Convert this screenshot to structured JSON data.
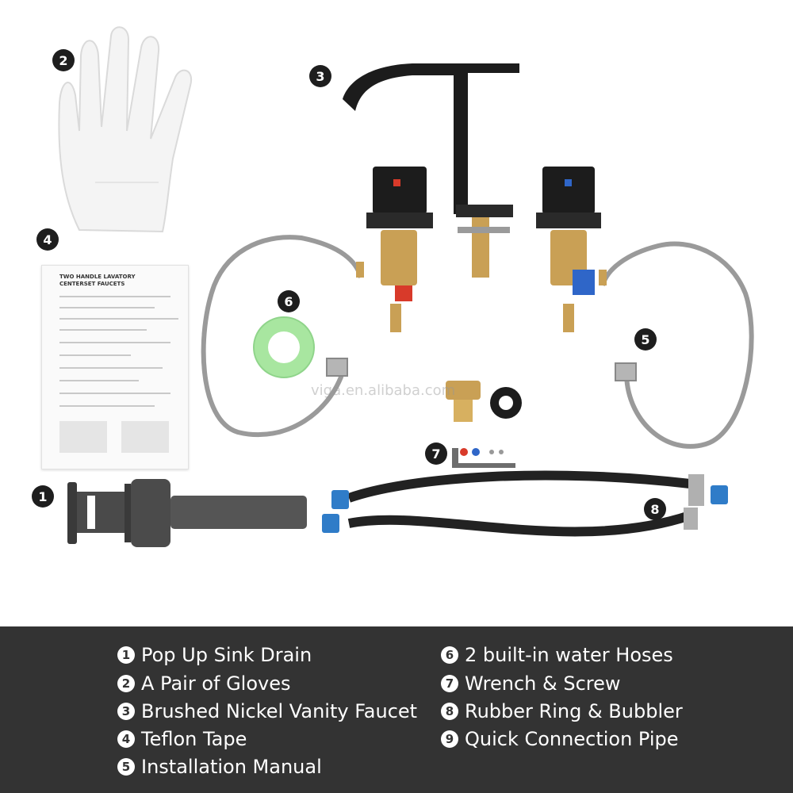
{
  "watermark": "viga.en.alibaba.com",
  "callouts": [
    "1",
    "2",
    "3",
    "4",
    "5",
    "6",
    "7",
    "8"
  ],
  "manual": {
    "title_line1": "TWO HANDLE LAVATORY",
    "title_line2": "CENTERSET FAUCETS"
  },
  "legend": {
    "left": [
      {
        "num": "1",
        "label": "Pop Up Sink Drain"
      },
      {
        "num": "2",
        "label": "A Pair of Gloves"
      },
      {
        "num": "3",
        "label": "Brushed Nickel Vanity Faucet"
      },
      {
        "num": "4",
        "label": "Teflon Tape"
      },
      {
        "num": "5",
        "label": "Installation Manual"
      }
    ],
    "right": [
      {
        "num": "6",
        "label": "2 built-in water Hoses"
      },
      {
        "num": "7",
        "label": "Wrench & Screw"
      },
      {
        "num": "8",
        "label": "Rubber Ring & Bubbler"
      },
      {
        "num": "9",
        "label": "Quick Connection Pipe"
      }
    ]
  },
  "colors": {
    "legend_bg": "#333333",
    "faucet_black": "#1c1c1c",
    "brass": "#c9a055",
    "hot_red": "#d83a2a",
    "cold_blue": "#2f66c8",
    "tape_green": "#a8e6a0",
    "hose_steel": "#9a9a9a"
  }
}
